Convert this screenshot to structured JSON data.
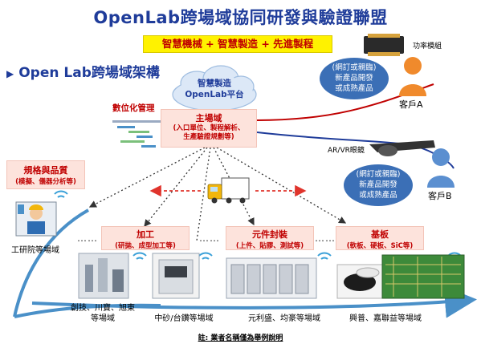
{
  "title": "OpenLab跨場域協同研發與驗證聯盟",
  "banner": "智慧機械 + 智慧製造 + 先進製程",
  "subtitle": "Open Lab跨場域架構",
  "cloud": {
    "line1": "智慧製造",
    "line2": "OpenLab平台"
  },
  "digital_label": "數位化管理",
  "main_domain": {
    "title": "主場域",
    "line1": "(入口單位、製程解析、",
    "line2": "生產驗證規劃等)"
  },
  "spec": {
    "title": "規格與品質",
    "sub": "(模擬、儀器分析等)"
  },
  "spec_site": "工研院等場域",
  "processes": [
    {
      "title": "加工",
      "sub": "(研拋、成型加工等)"
    },
    {
      "title": "元件封裝",
      "sub": "(上件、貼膠、測試等)"
    },
    {
      "title": "基板",
      "sub": "(軟板、硬板、SiC等)"
    }
  ],
  "sites": [
    {
      "line1": "創技、川寶、旭東",
      "line2": "等場域"
    },
    {
      "line1": "中砂/台鑽等場域",
      "line2": ""
    },
    {
      "line1": "元利盛、均豪等場域",
      "line2": ""
    },
    {
      "line1": "興普、嘉聯益等場域",
      "line2": ""
    }
  ],
  "module_label": "功率模組",
  "arvr_label": "AR/VR眼鏡",
  "customers": [
    {
      "bubble1": "(網訂或親臨)",
      "bubble2": "新產品開發",
      "bubble3": "或成熟產品",
      "name": "客戶A"
    },
    {
      "bubble1": "(網訂或親臨)",
      "bubble2": "新產品開發",
      "bubble3": "或成熟產品",
      "name": "客戶B"
    }
  ],
  "dots": "……",
  "note": "註: 業者名稱僅為舉例說明",
  "colors": {
    "title": "#1f3c9a",
    "accent": "#c00000",
    "banner": "#fff200",
    "arrow": "#4a90c8",
    "customer": "#3b6fb6"
  }
}
